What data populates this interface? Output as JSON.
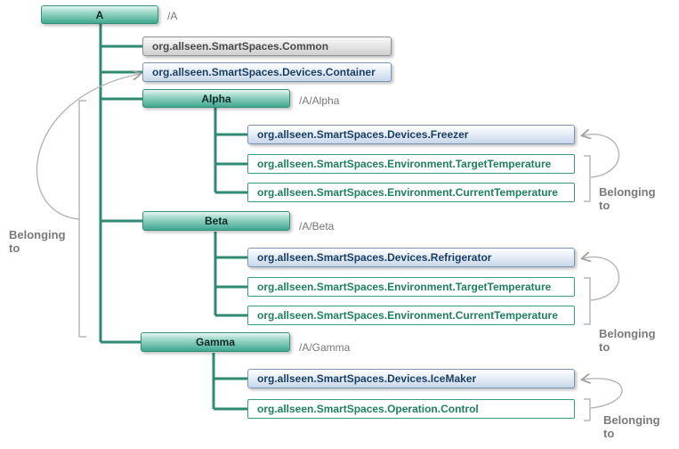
{
  "root": {
    "label": "A",
    "path": "/A"
  },
  "root_interfaces": [
    {
      "label": "org.allseen.SmartSpaces.Common",
      "style": "gray"
    },
    {
      "label": "org.allseen.SmartSpaces.Devices.Container",
      "style": "blue"
    }
  ],
  "objects": [
    {
      "label": "Alpha",
      "path": "/A/Alpha",
      "interfaces": [
        {
          "label": "org.allseen.SmartSpaces.Devices.Freezer",
          "style": "blue"
        },
        {
          "label": "org.allseen.SmartSpaces.Environment.TargetTemperature",
          "style": "green"
        },
        {
          "label": "org.allseen.SmartSpaces.Environment.CurrentTemperature",
          "style": "green"
        }
      ],
      "belonging_label": "Belonging to"
    },
    {
      "label": "Beta",
      "path": "/A/Beta",
      "interfaces": [
        {
          "label": "org.allseen.SmartSpaces.Devices.Refrigerator",
          "style": "blue"
        },
        {
          "label": "org.allseen.SmartSpaces.Environment.TargetTemperature",
          "style": "green"
        },
        {
          "label": "org.allseen.SmartSpaces.Environment.CurrentTemperature",
          "style": "green"
        }
      ],
      "belonging_label": "Belonging to"
    },
    {
      "label": "Gamma",
      "path": "/A/Gamma",
      "interfaces": [
        {
          "label": "org.allseen.SmartSpaces.Devices.IceMaker",
          "style": "blue"
        },
        {
          "label": "org.allseen.SmartSpaces.Operation.Control",
          "style": "green"
        }
      ],
      "belonging_label": "Belonging to"
    }
  ],
  "left_belonging_label": "Belonging to",
  "colors": {
    "tree_line": "#2f8a73",
    "bracket": "#b5b5b5"
  }
}
